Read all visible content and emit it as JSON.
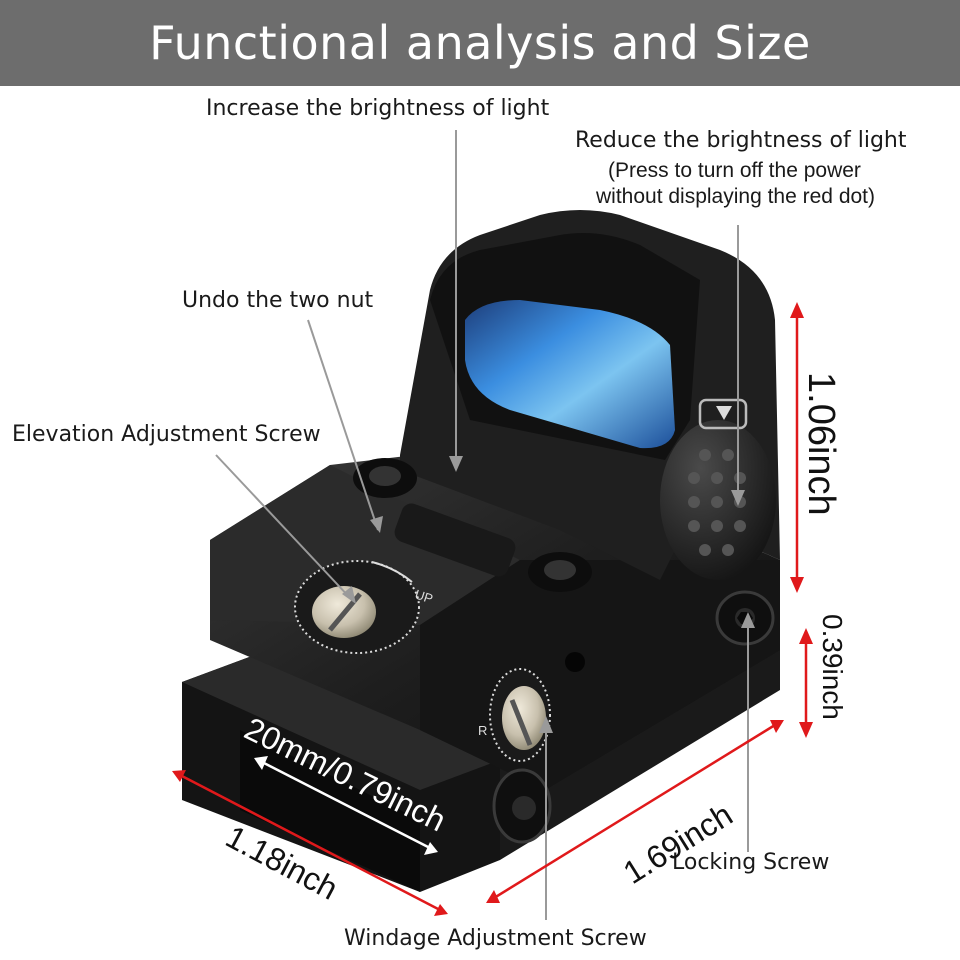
{
  "title": "Functional analysis and Size",
  "labels": {
    "increase_brightness": "Increase the brightness of light",
    "reduce_brightness": "Reduce the brightness of light",
    "reduce_note_line1": "(Press to turn off the power",
    "reduce_note_line2": "without displaying the red dot)",
    "undo_nut": "Undo the two nut",
    "elevation": "Elevation Adjustment Screw",
    "windage": "Windage Adjustment Screw",
    "locking": "Locking Screw"
  },
  "dimensions": {
    "height": "1.06inch",
    "base_height": "0.39inch",
    "length": "1.69inch",
    "width": "1.18inch",
    "rail": "20mm/0.79inch"
  },
  "dial_marks": {
    "up": "UP",
    "r": "R"
  },
  "colors": {
    "banner": "#6d6d6d",
    "dimension_arrow": "#e0191b",
    "leader_line": "#9a9a9a",
    "body": "#1c1c1c",
    "lens": "#3a8fd6"
  }
}
